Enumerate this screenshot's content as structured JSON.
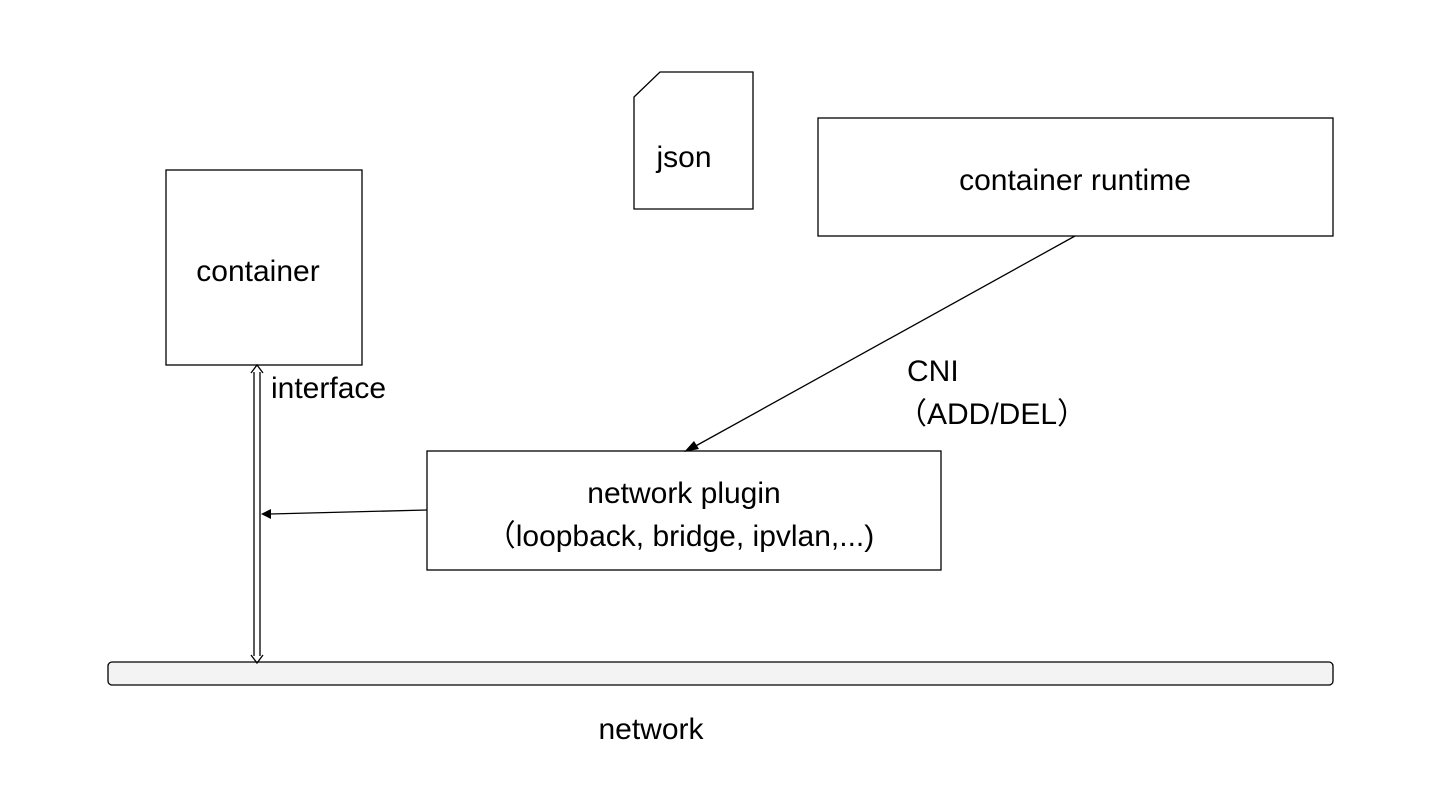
{
  "diagram": {
    "nodes": {
      "json_doc": {
        "label": "json",
        "shape": "document"
      },
      "container_runtime": {
        "label": "container runtime",
        "shape": "rectangle"
      },
      "container": {
        "label": "container",
        "shape": "rectangle"
      },
      "network_plugin": {
        "label_line1": "network plugin",
        "label_line2": "（loopback, bridge, ipvlan,...)",
        "shape": "rectangle"
      },
      "network_bus": {
        "label": "network",
        "shape": "rounded-bar",
        "fill": "#f3f3f3"
      }
    },
    "edges": {
      "cni_call": {
        "from": "container_runtime",
        "to": "network_plugin",
        "label_line1": "CNI",
        "label_line2": "（ADD/DEL）"
      },
      "interface_link": {
        "from": "container",
        "to": "network_bus",
        "label": "interface",
        "style": "double-line-bidirectional"
      },
      "plugin_to_interface": {
        "from": "network_plugin",
        "to": "interface_link"
      }
    }
  }
}
